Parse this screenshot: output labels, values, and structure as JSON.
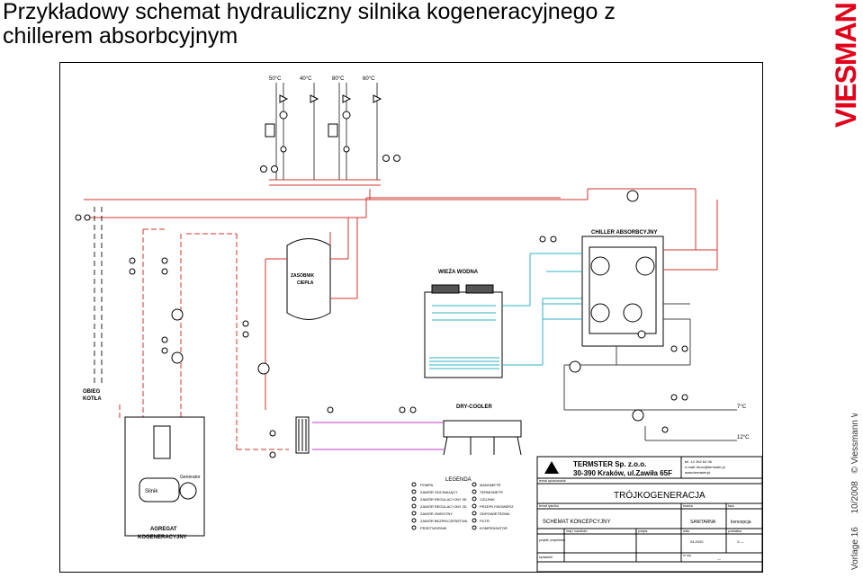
{
  "header": {
    "title_line1": "Przykładowy schemat hydrauliczny silnika kogeneracyjnego z",
    "title_line2": "chillerem absorbcyjnym"
  },
  "brand": {
    "logo_text": "VIESMANN",
    "color": "#e2001a"
  },
  "footer": {
    "vorlage": "Vorlage 16",
    "date": "10/2008",
    "copyright": "© Viessmann Werke"
  },
  "diagram": {
    "temperatures": [
      "50°C",
      "40°C",
      "80°C",
      "60°C"
    ],
    "tank_label": [
      "ZASOBNIK",
      "CIEPŁA"
    ],
    "chiller_label": "CHILLER ABSORBCYJNY",
    "tower_label": "WIEŻA WODNA",
    "drycooler_label": "DRY-COOLER",
    "boiler_label": [
      "OBIEG",
      "KOTŁA"
    ],
    "aggregate_label": [
      "AGREGAT",
      "KOGENERACYJNY"
    ],
    "engine_label": "Silnik",
    "generator_label": "Generator",
    "out_temp_top": "7°C",
    "out_temp_bottom": "12°C",
    "legend_title": "LEGENDA",
    "legend_left": [
      "POMPA",
      "ZAWÓR ODCINAJĄCY",
      "ZAWÓR REGULACYJNY 3D",
      "ZAWÓR REGULACYJNY 2D",
      "ZAWÓR ZWROTNY",
      "ZAWÓR BEZPIECZEŃSTWA",
      "PRZETWORNIK"
    ],
    "legend_right": [
      "MANOMETR",
      "TERMOMETR",
      "CZUJNIK",
      "PRZEPŁYWOMIERZ",
      "ODPOWIETRZNIK",
      "FILTR",
      "KOMPENSATOR"
    ]
  },
  "title_block": {
    "company": "TERMSTER  Sp. z.o.o.",
    "address": "30-390 Kraków, ul.Zawiła 65F",
    "tel": "tel. 12 262 62 06",
    "email": "e-mail: biuro@termster.pl",
    "www": "www.termster.pl",
    "row_label_1": "temat opracowania",
    "project_title": "TRÓJKOGENERACJA",
    "col_rysunek": "temat rysunku",
    "col_branza": "branża",
    "col_faza": "faza",
    "drawing_name": "SCHEMAT KONCEPCYJNY",
    "branza": "SANITARNA",
    "faza": "koncepcja",
    "col_imie": "imię i nazwisko",
    "col_podpis": "podpis",
    "col_data": "data",
    "col_podzialka": "podziałka",
    "role_1": "projekt. projektowy",
    "role_2": "sprawdził",
    "date": "04.2010",
    "scale": "1:---",
    "nr_rys_label": "nr rys.",
    "nr_rys": "—"
  }
}
